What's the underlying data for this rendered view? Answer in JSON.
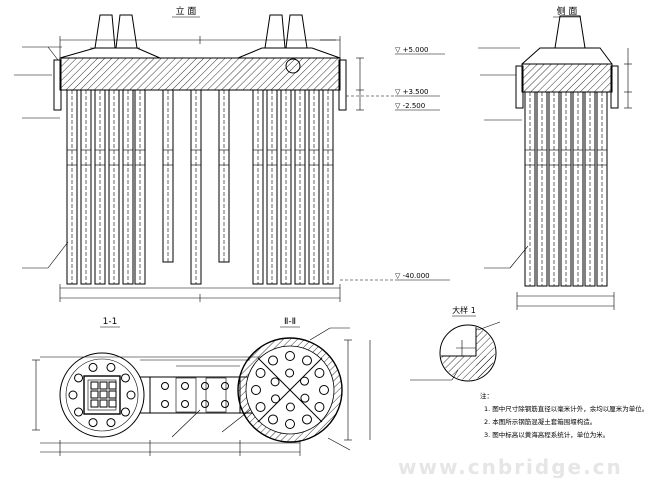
{
  "views": {
    "elevation": {
      "title": "立 面"
    },
    "side": {
      "title": "侧 面"
    },
    "section_1": {
      "title": "1-1"
    },
    "section_2": {
      "title": "Ⅱ-Ⅱ"
    },
    "detail": {
      "title": "大样 1"
    }
  },
  "notes": {
    "marker": "注：",
    "items": [
      "1. 图中尺寸除钢筋直径以毫米计外，余均以厘米为单位。",
      "2. 本图所示钢筋混凝土套箱围堰构造。",
      "3. 图中标高以黄海高程系统计，单位为米。"
    ]
  },
  "elevations": [
    "▽ +5.000",
    "▽ +3.500",
    "▽ -2.500",
    "▽ -40.000"
  ],
  "watermark": "www.cnbridge.cn"
}
